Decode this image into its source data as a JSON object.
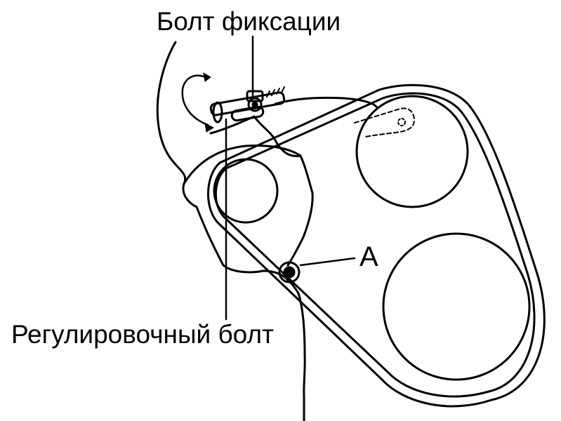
{
  "labels": {
    "fixing_bolt": "Болт фиксации",
    "adjusting_bolt": "Регулировочный болт",
    "point_a": "A"
  },
  "colors": {
    "ink": "#000000",
    "background": "#ffffff"
  }
}
